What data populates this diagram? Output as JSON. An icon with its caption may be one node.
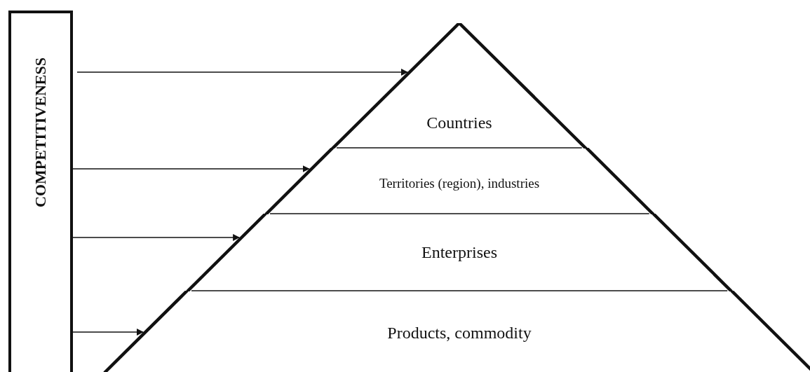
{
  "diagram": {
    "nodes": [
      {
        "text": [
          "COMPETITIVENESS"
        ]
      },
      {
        "text": [
          "Countries"
        ]
      },
      {
        "text": [
          "Territories (region), industries"
        ]
      },
      {
        "text": [
          "Enterprises"
        ]
      },
      {
        "text": [
          "Products, commodity"
        ]
      }
    ],
    "edges": [
      {
        "from": 0,
        "to": 1,
        "arrow": "to"
      },
      {
        "from": 0,
        "to": 2,
        "arrow": "to"
      },
      {
        "from": 0,
        "to": 3,
        "arrow": "to"
      },
      {
        "from": 0,
        "to": 4,
        "arrow": "to"
      }
    ]
  }
}
